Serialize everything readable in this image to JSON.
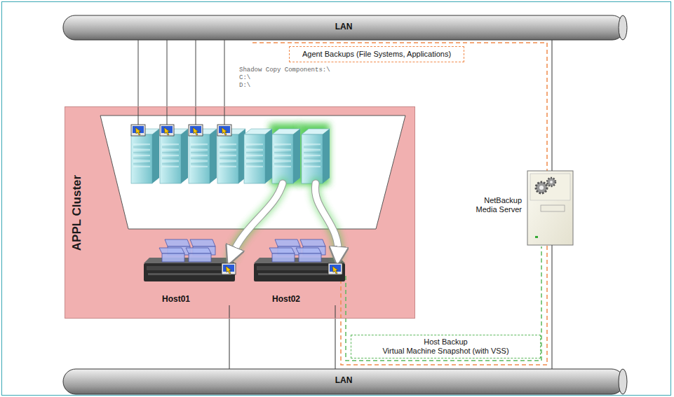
{
  "diagram": {
    "nodes": [
      {
        "text": [
          "LAN"
        ]
      },
      {
        "text": [
          "Agent Backups (File Systems, Applications)"
        ]
      },
      {
        "text": [
          "APPL Cluster"
        ]
      },
      {
        "text": [
          "Host01"
        ],
        "in": 2
      },
      {
        "text": [
          "Host02"
        ],
        "in": 2
      },
      {
        "text": [
          "NetBackup Media Server"
        ]
      },
      {
        "text": [
          "Host Backup",
          "Virtual Machine Snapshot (with VSS)"
        ]
      },
      {
        "text": [
          "LAN"
        ]
      }
    ],
    "edges": [
      {
        "from": 3,
        "to": 7,
        "arrow": "none"
      },
      {
        "from": 4,
        "to": 7,
        "arrow": "none"
      },
      {
        "from": 5,
        "to": 0,
        "arrow": "none"
      },
      {
        "from": 5,
        "to": 7,
        "arrow": "none"
      }
    ],
    "labels": [
      "Shadow Copy Components:\\",
      "C:\\",
      "D:\\"
    ]
  }
}
